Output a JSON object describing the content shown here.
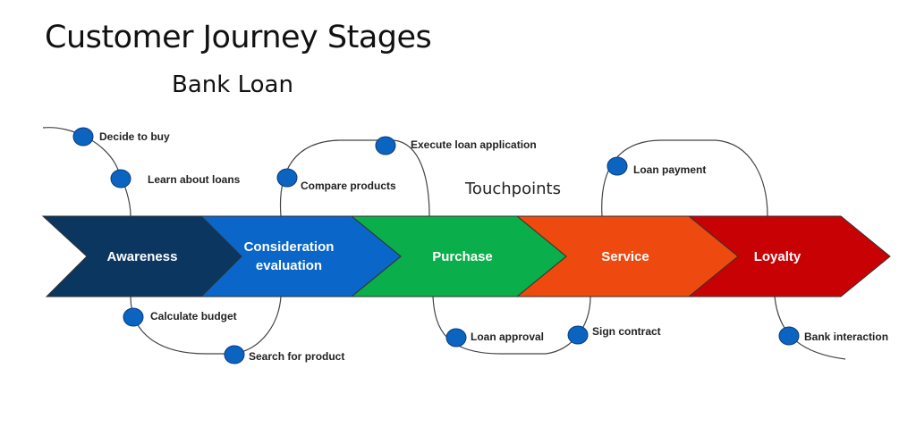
{
  "header": {
    "title": "Customer Journey Stages",
    "subtitle": "Bank Loan"
  },
  "touchpoints_heading": "Touchpoints",
  "stages": [
    {
      "label": "Awareness",
      "color": "#0b3660"
    },
    {
      "label_lines": [
        "Consideration",
        "evaluation"
      ],
      "label": "Consideration evaluation",
      "color": "#0a66c8"
    },
    {
      "label": "Purchase",
      "color": "#0aae4a"
    },
    {
      "label": "Service",
      "color": "#ee4a10"
    },
    {
      "label": "Loyalty",
      "color": "#c80204"
    }
  ],
  "touchpoints": {
    "above": [
      {
        "label": "Decide to buy",
        "stage": "Awareness"
      },
      {
        "label": "Learn about loans",
        "stage": "Awareness"
      },
      {
        "label": "Compare products",
        "stage": "Consideration evaluation"
      },
      {
        "label": "Execute loan application",
        "stage": "Purchase"
      },
      {
        "label": "Loan payment",
        "stage": "Service"
      }
    ],
    "below": [
      {
        "label": "Calculate budget",
        "stage": "Awareness"
      },
      {
        "label": "Search for product",
        "stage": "Consideration evaluation"
      },
      {
        "label": "Loan approval",
        "stage": "Purchase"
      },
      {
        "label": "Sign contract",
        "stage": "Service"
      },
      {
        "label": "Bank interaction",
        "stage": "Loyalty"
      }
    ]
  },
  "colors": {
    "node": "#0a64c0",
    "node_stroke": "#0a3a80",
    "connector": "#444444"
  }
}
